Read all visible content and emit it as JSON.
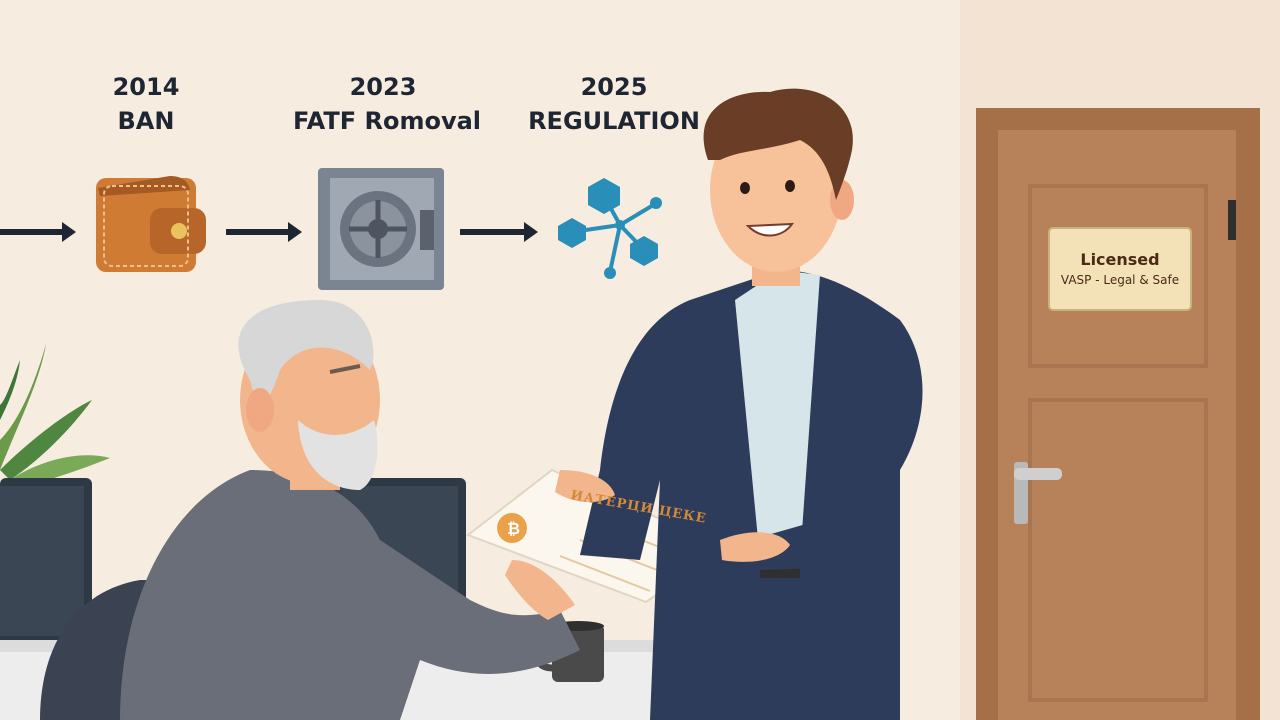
{
  "timeline": [
    {
      "year": "2014",
      "label": "BAN",
      "icon": "wallet-icon"
    },
    {
      "year": "2023",
      "label": "FATF Romoval",
      "icon": "vault-icon"
    },
    {
      "year": "2025",
      "label": "REGULATION",
      "icon": "network-icon"
    }
  ],
  "door_plaque": {
    "line1": "Licensed",
    "line2": "VASP - Legal & Safe"
  },
  "certificate": {
    "heading": "ИАТЕРЦИ ЦЕКЕ",
    "icon": "bitcoin-icon"
  },
  "colors": {
    "background": "#f6ecdf",
    "wall_right": "#f2e3d2",
    "door": "#b7825a",
    "door_frame": "#a56f48",
    "suit": "#2e3c5c",
    "shirt": "#d6e5ea",
    "old_man_sweater": "#6a6e79",
    "arrow": "#1f2633",
    "network": "#2a8fb8",
    "wallet": "#cf7b34",
    "vault": "#7b8491"
  }
}
